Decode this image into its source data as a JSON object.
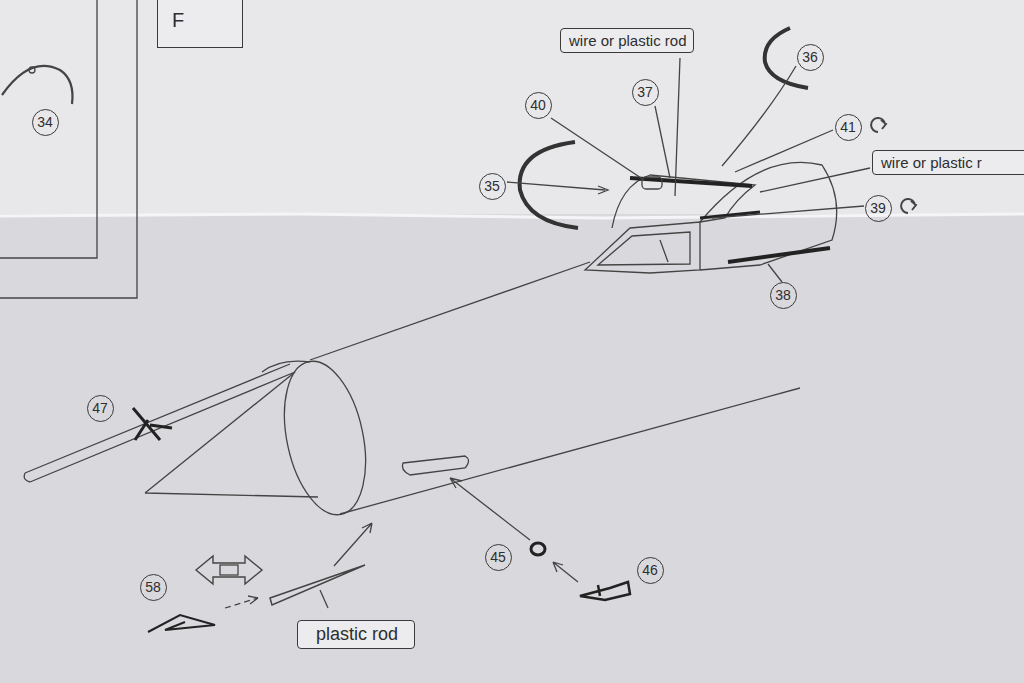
{
  "diagram": {
    "nodes": [
      {
        "text": [
          "F"
        ]
      },
      {
        "text": [
          "wire or plastic rod"
        ]
      },
      {
        "text": [
          "wire or plastic r"
        ]
      },
      {
        "text": [
          "plastic rod"
        ]
      }
    ],
    "labels": [
      "34",
      "40",
      "37",
      "36",
      "35",
      "41",
      "39",
      "38",
      "47",
      "45",
      "46",
      "58"
    ]
  }
}
